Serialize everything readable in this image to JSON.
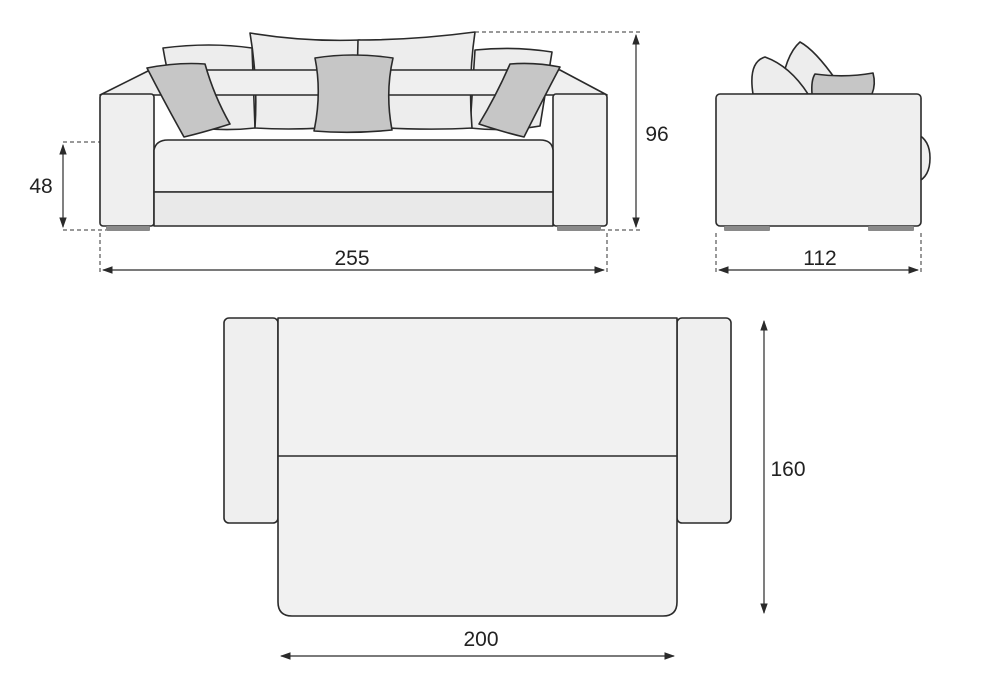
{
  "dimensions": {
    "seat_height": "48",
    "total_height": "96",
    "total_width": "255",
    "depth": "112",
    "bed_length": "160",
    "bed_width": "200"
  },
  "colors": {
    "outline": "#2a2a2a",
    "upholstery": "#efefef",
    "accent_pillow": "#c6c6c6",
    "feet": "#8a8a8a"
  }
}
